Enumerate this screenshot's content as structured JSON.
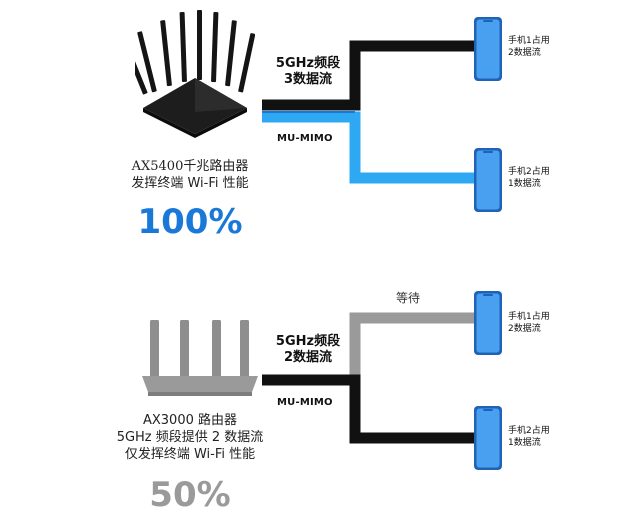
{
  "colors": {
    "primary_blue": "#1a78d8",
    "light_blue": "#2ea8f2",
    "gray": "#9a9a9a",
    "black": "#111111",
    "phone_blue": "#2f86e6"
  },
  "top": {
    "router_name": "AX5400千兆路由器",
    "router_desc": "发挥终端 Wi-Fi 性能",
    "percent": "100%",
    "band_line1": "5GHz频段",
    "band_line2": "3数据流",
    "mimo": "MU-MIMO",
    "phone1_line1": "手机1占用",
    "phone1_line2": "2数据流",
    "phone2_line1": "手机2占用",
    "phone2_line2": "1数据流"
  },
  "bottom": {
    "router_name": "AX3000 路由器",
    "router_desc1": "5GHz 频段提供 2 数据流",
    "router_desc2": "仅发挥终端 Wi-Fi 性能",
    "percent": "50%",
    "band_line1": "5GHz频段",
    "band_line2": "2数据流",
    "mimo": "MU-MIMO",
    "wait": "等待",
    "phone1_line1": "手机1占用",
    "phone1_line2": "2数据流",
    "phone2_line1": "手机2占用",
    "phone2_line2": "1数据流"
  },
  "icons": {
    "router_top": "wifi-router-8-antenna-icon",
    "router_bottom": "wifi-router-4-antenna-icon",
    "phone": "smartphone-icon"
  }
}
